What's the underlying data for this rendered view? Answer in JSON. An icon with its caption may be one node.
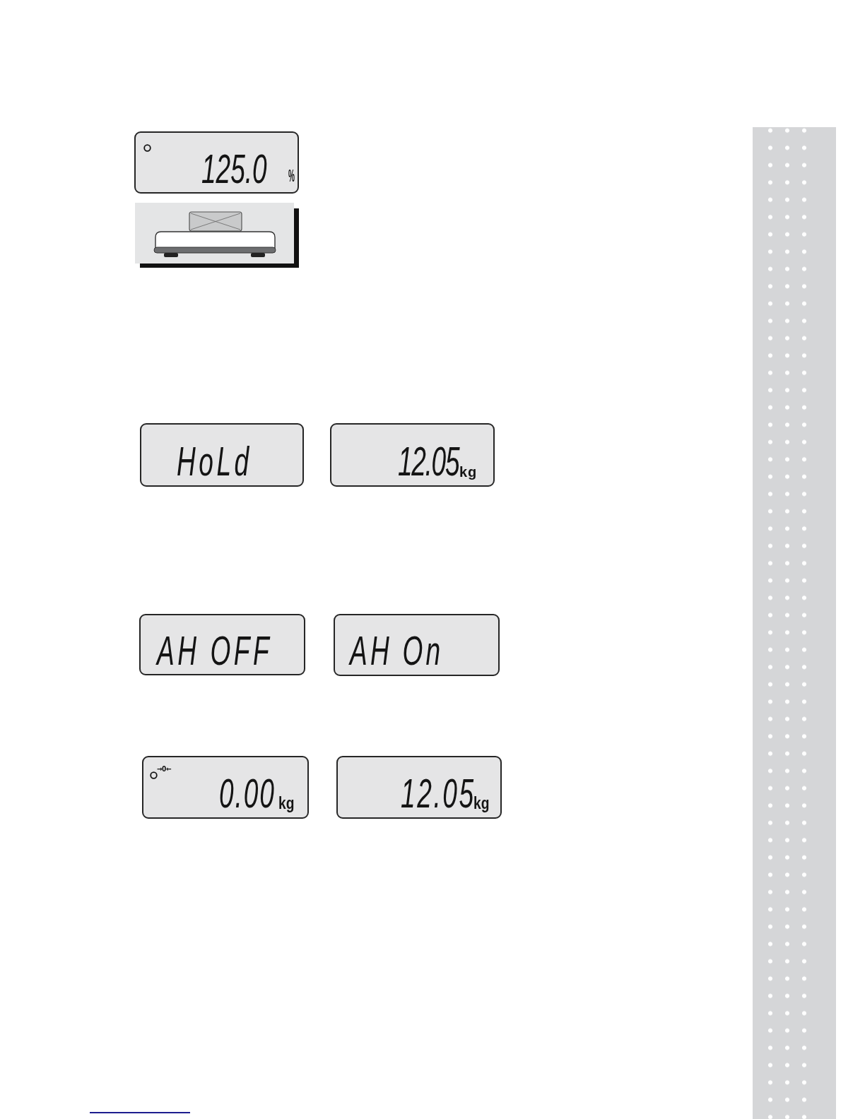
{
  "diagram": {
    "nodes": [
      {
        "text": [
          "125.0",
          "%"
        ]
      },
      {
        "text": [
          "HoLd"
        ]
      },
      {
        "text": [
          "12.05",
          "kg"
        ]
      },
      {
        "text": [
          "AH OFF"
        ]
      },
      {
        "text": [
          "AH On"
        ]
      },
      {
        "text": [
          "→0←",
          "0.00",
          "kg"
        ]
      },
      {
        "text": [
          "12.05",
          "kg"
        ]
      }
    ]
  }
}
